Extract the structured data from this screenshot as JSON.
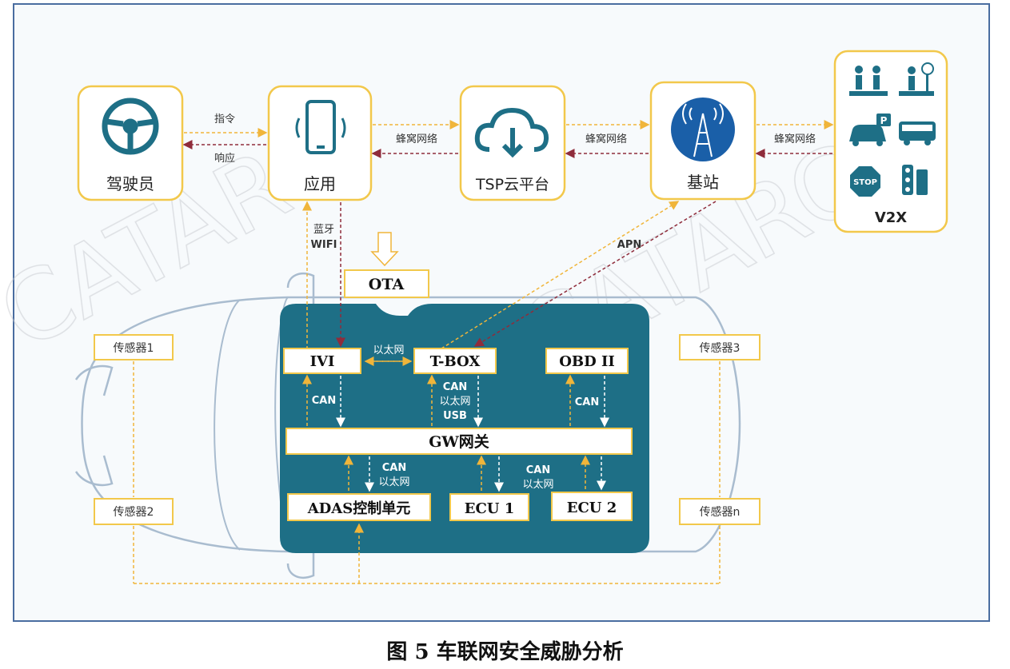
{
  "top_nodes": {
    "driver": "驾驶员",
    "app": "应用",
    "tsp": "TSP云平台",
    "base": "基站",
    "v2x": "V2X"
  },
  "links": {
    "command": "指令",
    "response": "响应",
    "cellular_1": "蜂窝网络",
    "cellular_2": "蜂窝网络",
    "cellular_3": "蜂窝网络",
    "bluetooth": "蓝牙",
    "wifi": "WIFI",
    "apn": "APN",
    "ethernet_ivi_tbox": "以太网",
    "can_ivi": "CAN",
    "tbox_can": "CAN",
    "tbox_eth": "以太网",
    "tbox_usb": "USB",
    "can_obd": "CAN",
    "adas_can": "CAN",
    "adas_eth": "以太网",
    "ecu_can": "CAN",
    "ecu_eth": "以太网"
  },
  "vehicle": {
    "ota": "OTA",
    "ivi": "IVI",
    "tbox": "T-BOX",
    "obd": "OBD II",
    "gateway": "GW网关",
    "adas": "ADAS控制单元",
    "ecu1": "ECU 1",
    "ecu2": "ECU 2"
  },
  "sensors": {
    "s1": "传感器1",
    "s2": "传感器2",
    "s3": "传感器3",
    "sn": "传感器n"
  },
  "watermark": "CATARC",
  "caption": "图 5 车联网安全威胁分析",
  "colors": {
    "card_border": "#f2c84b",
    "teal": "#1e6f86",
    "arrow_orange": "#f0b53a",
    "arrow_red": "#8f2c3b",
    "car_outline": "#a9bccf"
  }
}
